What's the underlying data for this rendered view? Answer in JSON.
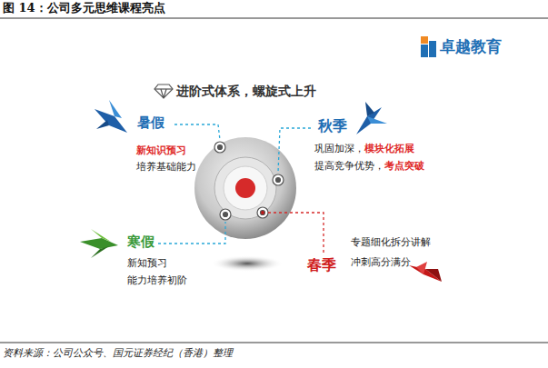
{
  "diagram": {
    "title": "图 14：公司多元思维课程亮点",
    "caption": "资料来源：公司公众号、国元证券经纪（香港）整理",
    "nodes": [
      {
        "text": [
          "暑假",
          "新知识预习",
          "培养基础能力"
        ]
      },
      {
        "text": [
          "秋季",
          "巩固加深，",
          "模块化拓展",
          "提高竞争优势，",
          "考点突破"
        ]
      },
      {
        "text": [
          "寒假",
          "新知预习",
          "能力培养初阶"
        ]
      },
      {
        "text": [
          "春季",
          "专题细化拆分讲解",
          "冲刺高分满分"
        ]
      }
    ],
    "labels": [
      "卓越教育",
      "进阶式体系，螺旋式上升"
    ]
  }
}
